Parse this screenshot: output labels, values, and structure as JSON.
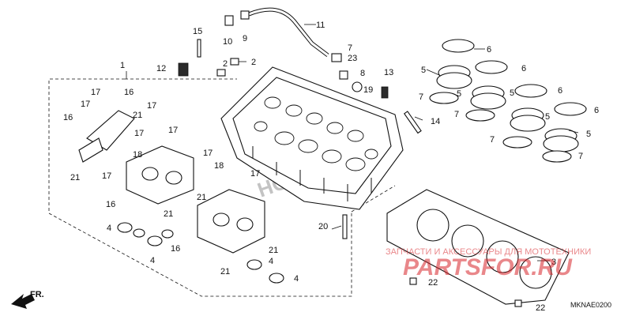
{
  "diagram": {
    "code": "MKNAE0200",
    "direction_label": "FR.",
    "watermark_main": "PARTSFOR.RU",
    "watermark_sub": "ЗАПЧАСТИ И АКСЕССУАРЫ ДЛЯ МОТОТЕХНИКИ",
    "callouts": [
      "1",
      "2",
      "3",
      "4",
      "4",
      "4",
      "4",
      "5",
      "5",
      "5",
      "5",
      "5",
      "6",
      "6",
      "6",
      "6",
      "7",
      "7",
      "7",
      "7",
      "7",
      "8",
      "9",
      "10",
      "11",
      "12",
      "13",
      "14",
      "15",
      "16",
      "16",
      "16",
      "16",
      "17",
      "17",
      "17",
      "17",
      "17",
      "17",
      "17",
      "17",
      "18",
      "18",
      "19",
      "20",
      "21",
      "21",
      "21",
      "21",
      "21",
      "21",
      "22",
      "22",
      "23"
    ]
  }
}
